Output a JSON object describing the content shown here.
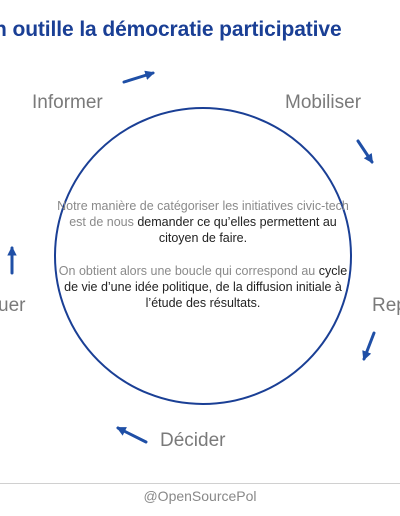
{
  "title": "h outille la démocratie participative",
  "stages": {
    "informer": "Informer",
    "mobiliser": "Mobiliser",
    "rep": "Rep",
    "decider": "Décider",
    "uer": "uer"
  },
  "center": {
    "para1_a": "Notre manière de catégoriser les initiatives civic-tech est de nous ",
    "para1_b": "demander ce qu’elles permettent au citoyen de faire",
    "para1_c": ".",
    "para2_a": "On obtient alors une boucle qui correspond au ",
    "para2_b": "cycle de vie d’une idée politique, de la diffusion initiale à l’étude des résultats",
    "para2_c": "."
  },
  "footer": "@OpenSourcePol",
  "colors": {
    "title": "#1a3f95",
    "arrow": "#1f4fa6",
    "circle": "#1a3f95",
    "stage_text": "#7a7a7a"
  }
}
